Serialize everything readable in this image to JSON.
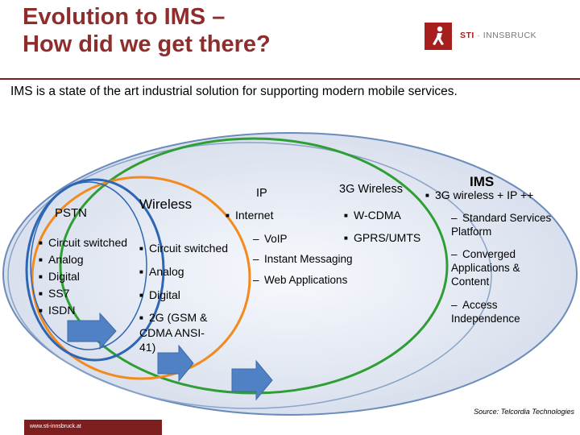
{
  "title": {
    "line1": "Evolution to IMS –",
    "line2": "How did we get there?"
  },
  "logo": {
    "brand": "STI",
    "sep": " · ",
    "place": "INNSBRUCK",
    "icon": "running-figure-icon"
  },
  "subtitle": "IMS is a state of the art industrial solution for supporting modern mobile services.",
  "pstn": {
    "heading": "PSTN",
    "items": [
      "Circuit switched",
      "Analog",
      "Digital",
      "SS7",
      "ISDN"
    ]
  },
  "wireless": {
    "heading": "Wireless",
    "items": [
      "Circuit switched",
      "Analog",
      "Digital",
      "2G (GSM & CDMA ANSI-41)"
    ]
  },
  "ip": {
    "heading": "IP",
    "bullet": "Internet",
    "items": [
      "VoIP",
      "Instant Messaging",
      "Web Applications"
    ]
  },
  "threeg": {
    "heading": "3G Wireless",
    "items": [
      "W-CDMA",
      "GPRS/UMTS"
    ]
  },
  "ims": {
    "heading": "IMS",
    "bullet": "3G wireless + IP ++",
    "items": [
      "Standard Services Platform",
      "Converged Applications & Content",
      "Access Independence"
    ]
  },
  "source": "Source: Telcordia Technologies",
  "footer": "www.sti-innsbruck.at",
  "colors": {
    "title": "#8f2c2c",
    "accent": "#a61e1e",
    "ellipse_outer": "#6b8cba",
    "ellipse_fill": "#dde3ef",
    "green": "#2f9e35",
    "orange": "#f28a1d",
    "blue": "#2e66b5",
    "arrow": "#4f81c4"
  }
}
